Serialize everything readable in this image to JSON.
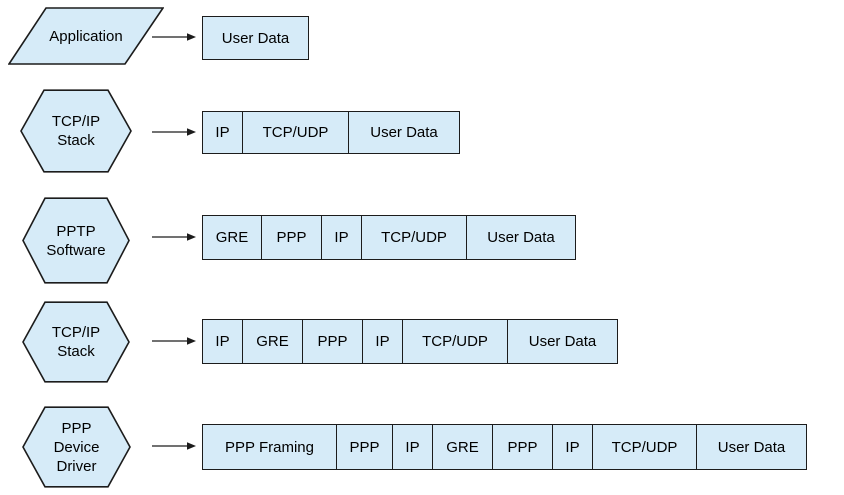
{
  "diagram": {
    "name": "PPTP packet encapsulation layers",
    "colors": {
      "fill": "#d6ebf8",
      "border": "#1c1c1c",
      "text": "#000000",
      "background": "#ffffff"
    },
    "rows": [
      {
        "stage": {
          "shape": "parallelogram",
          "label": "Application"
        },
        "packet": [
          "User Data"
        ]
      },
      {
        "stage": {
          "shape": "hexagon",
          "label": "TCP/IP\nStack"
        },
        "packet": [
          "IP",
          "TCP/UDP",
          "User Data"
        ]
      },
      {
        "stage": {
          "shape": "hexagon",
          "label": "PPTP\nSoftware"
        },
        "packet": [
          "GRE",
          "PPP",
          "IP",
          "TCP/UDP",
          "User Data"
        ]
      },
      {
        "stage": {
          "shape": "hexagon",
          "label": "TCP/IP\nStack"
        },
        "packet": [
          "IP",
          "GRE",
          "PPP",
          "IP",
          "TCP/UDP",
          "User Data"
        ]
      },
      {
        "stage": {
          "shape": "hexagon",
          "label": "PPP\nDevice\nDriver"
        },
        "packet": [
          "PPP Framing",
          "PPP",
          "IP",
          "GRE",
          "PPP",
          "IP",
          "TCP/UDP",
          "User Data"
        ]
      }
    ]
  }
}
